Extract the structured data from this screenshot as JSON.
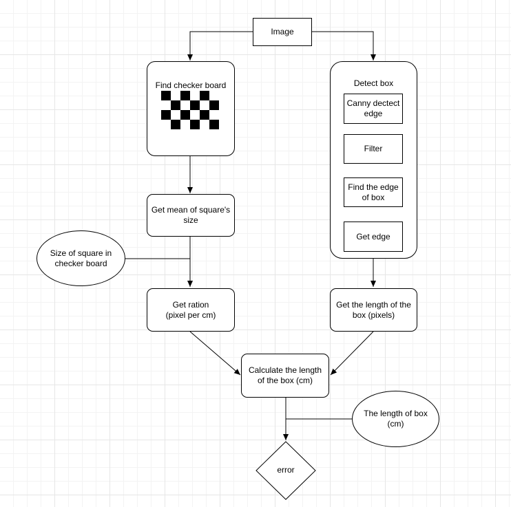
{
  "nodes": {
    "image": "Image",
    "find_checker_board": "Find checker board",
    "detect_box": "Detect box",
    "canny": "Canny dectect edge",
    "filter": "Filter",
    "find_edge": "Find the edge of box",
    "get_edge": "Get edge",
    "get_mean": "Get mean of square's size",
    "size_of_square": "Size of square in checker board",
    "get_ration": "Get ration\n(pixel per cm)",
    "get_length_pixels": "Get the length of the box (pixels)",
    "calculate_length": "Calculate the length of the box (cm)",
    "length_of_box": "The length of box (cm)",
    "error": "error"
  },
  "colors": {
    "stroke": "#000000",
    "fill": "#ffffff",
    "grid_major": "#e6e6e6",
    "grid_minor": "#f3f3f3"
  }
}
